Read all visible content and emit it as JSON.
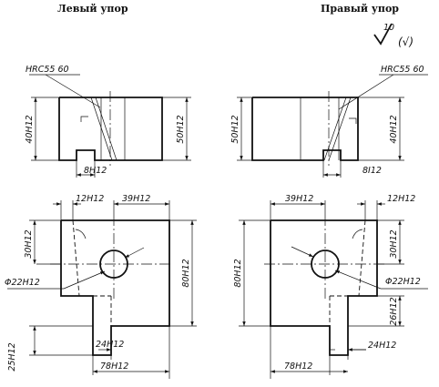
{
  "titles": {
    "left": "Левый упор",
    "right": "Правый упор"
  },
  "surface": {
    "mark": "10",
    "paren": "(√)"
  },
  "left": {
    "hardness": "HRC55  60",
    "d_height_40": "40H12",
    "d_height_50": "50H12",
    "d_slot_8": "8H12",
    "d_12": "12H12",
    "d_39": "39H12",
    "d_30": "30H12",
    "d_hole": "Φ22H12",
    "d_80": "80H12",
    "d_24": "24H12",
    "d_25": "25H12",
    "d_78": "78H12"
  },
  "right": {
    "hardness": "HRC55  60",
    "d_height_50": "50H12",
    "d_height_40": "40H12",
    "d_slot_8": "8I12",
    "d_39": "39H12",
    "d_12": "12H12",
    "d_30": "30H12",
    "d_80": "80H12",
    "d_hole": "Φ22H12",
    "d_26": "26H12",
    "d_24": "24H12",
    "d_78": "78H12"
  }
}
